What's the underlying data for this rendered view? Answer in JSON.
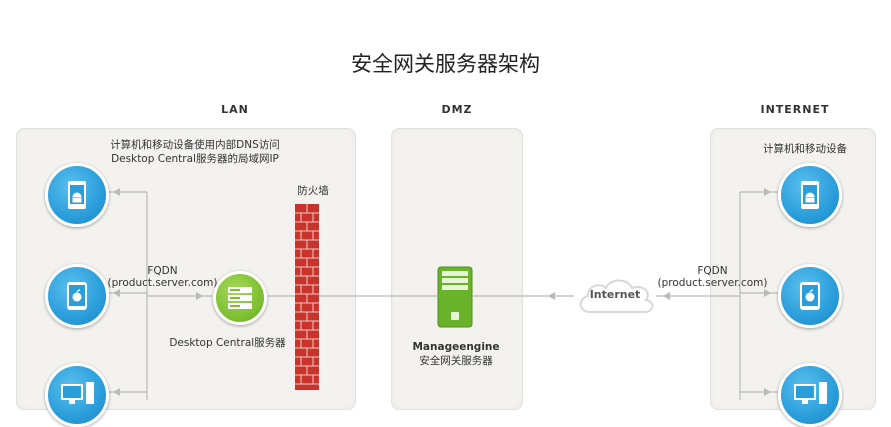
{
  "title": "安全网关服务器架构",
  "zones": {
    "lan": "LAN",
    "dmz": "DMZ",
    "internet": "INTERNET"
  },
  "lan": {
    "caption_line1": "计算机和移动设备使用内部DNS访问",
    "caption_line2": "Desktop Central服务器的局域网IP",
    "fqdn_line1": "FQDN",
    "fqdn_line2": "(product.server.com)",
    "server_label": "Desktop Central服务器",
    "devices": [
      "android-icon",
      "apple-icon",
      "desktop-icon"
    ]
  },
  "firewall": {
    "label": "防火墙",
    "color": "#c8332b"
  },
  "dmz": {
    "server_label_line1": "Manageengine",
    "server_label_line2": "安全网关服务器"
  },
  "internet": {
    "caption": "计算机和移动设备",
    "cloud_label": "Internet",
    "fqdn_line1": "FQDN",
    "fqdn_line2": "(product.server.com)",
    "devices": [
      "android-icon",
      "apple-icon",
      "desktop-icon"
    ]
  },
  "colors": {
    "device_blue": "#2a9ddb",
    "server_green": "#7cbf2f",
    "panel": "#f3f2ef"
  }
}
